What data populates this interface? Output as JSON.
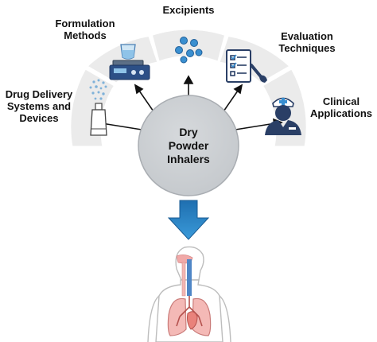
{
  "diagram": {
    "center_label": "Dry\nPowder\nInhalers",
    "categories": [
      {
        "key": "drug_delivery",
        "label": "Drug Delivery\nSystems and\nDevices",
        "icon": "inhaler-device-icon"
      },
      {
        "key": "formulation",
        "label": "Formulation\nMethods",
        "icon": "hotplate-stirrer-icon"
      },
      {
        "key": "excipients",
        "label": "Excipients",
        "icon": "particles-icon"
      },
      {
        "key": "evaluation",
        "label": "Evaluation\nTechniques",
        "icon": "checklist-icon"
      },
      {
        "key": "clinical",
        "label": "Clinical\nApplications",
        "icon": "nurse-icon"
      }
    ],
    "target_icon": "human-lungs-icon"
  },
  "colors": {
    "segment_fill": "#ebebeb",
    "segment_edge": "#d4d4d4",
    "center_fill": "#cdd0d3",
    "center_edge": "#9ea3a8",
    "arrow_gradient_top": "#1f6fb0",
    "arrow_gradient_bottom": "#3a9ad9",
    "icon_blue": "#2f73b3",
    "icon_navy": "#233a66"
  }
}
